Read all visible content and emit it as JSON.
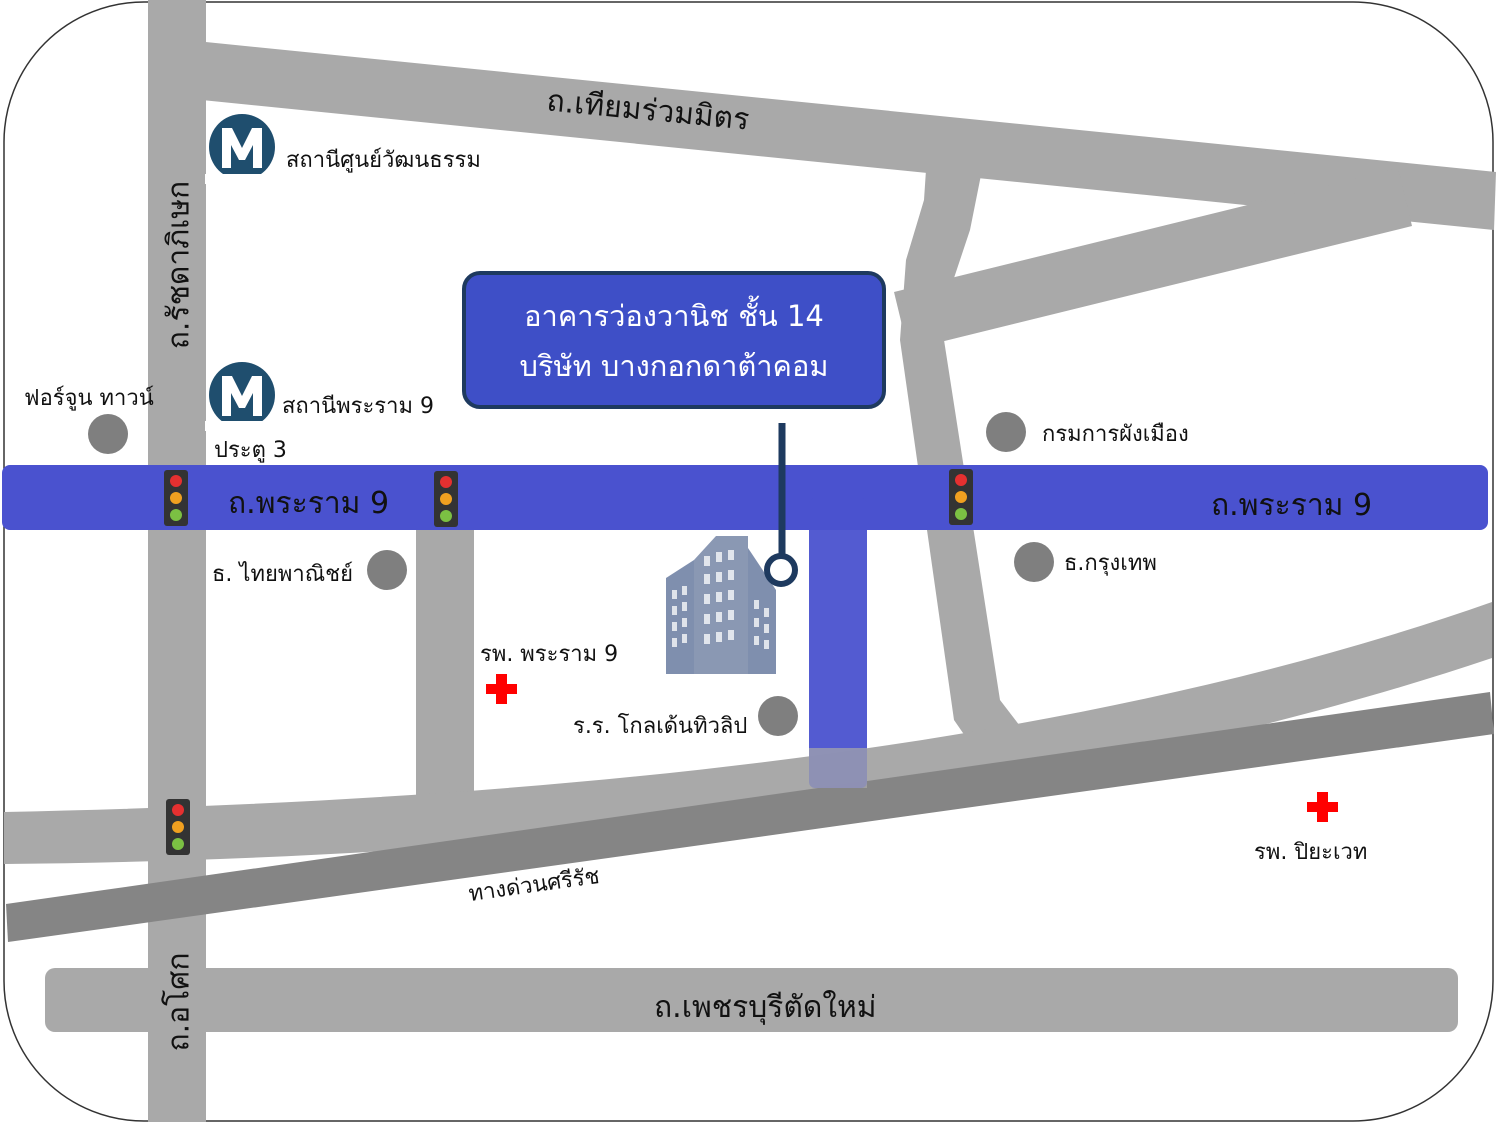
{
  "roads": {
    "thiam_ruam_mit": "ถ.เทียมร่วมมิตร",
    "ratchadaphisek": "ถ.รัชดาภิเษก",
    "rama9_left": "ถ.พระราม 9",
    "rama9_right": "ถ.พระราม 9",
    "sirat_expressway": "ทางด่วนศรีรัช",
    "phetchaburi_new": "ถ.เพชรบุรีตัดใหม่",
    "asok": "ถ.อโศก"
  },
  "stations": {
    "cultural_center": {
      "icon_letter": "M",
      "label": "สถานีศูนย์วัฒนธรรม"
    },
    "rama9": {
      "icon_letter": "M",
      "label": "สถานีพระราม 9",
      "gate": "ประตู 3"
    }
  },
  "landmarks": {
    "fortune_town": "ฟอร์จูน ทาวน์",
    "dept_public_works": "กรมการผังเมือง",
    "siam_commercial_bank": "ธ. ไทยพาณิชย์",
    "bangkok_bank": "ธ.กรุงเทพ",
    "rama9_hospital": "รพ. พระราม 9",
    "golden_tulip_hotel": "ร.ร. โกลเด้นทิวลิป",
    "piyavate_hospital": "รพ. ปิยะเวท"
  },
  "callout": {
    "line1": "อาคารว่องวานิช ชั้น 14",
    "line2": "บริษัท บางกอกดาต้าคอม"
  },
  "colors": {
    "road_gray": "#a9a9a9",
    "expressway_gray": "#858585",
    "main_road_blue": "#4a52cf",
    "callout_blue": "#3e4fc7",
    "callout_border": "#1e3a5f",
    "metro_icon": "#1f4e6e",
    "poi_dot": "#7f7f7f",
    "hospital_cross": "#ff0000",
    "building": "#8a98b3"
  }
}
